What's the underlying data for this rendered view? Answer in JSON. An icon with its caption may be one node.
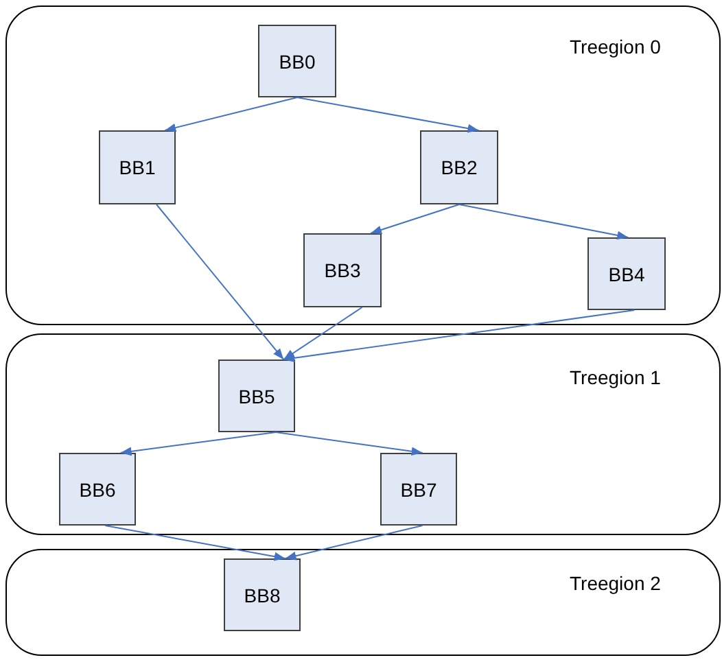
{
  "diagram": {
    "nodes": [
      {
        "text": [
          "Treegion 0"
        ]
      },
      {
        "text": [
          "BB0"
        ],
        "in": 0
      },
      {
        "text": [
          "BB1"
        ],
        "in": 0
      },
      {
        "text": [
          "BB2"
        ],
        "in": 0
      },
      {
        "text": [
          "BB3"
        ],
        "in": 0
      },
      {
        "text": [
          "BB4"
        ],
        "in": 0
      },
      {
        "text": [
          "Treegion 1"
        ]
      },
      {
        "text": [
          "BB5"
        ],
        "in": 6
      },
      {
        "text": [
          "BB6"
        ],
        "in": 6
      },
      {
        "text": [
          "BB7"
        ],
        "in": 6
      },
      {
        "text": [
          "Treegion 2"
        ]
      },
      {
        "text": [
          "BB8"
        ],
        "in": 10
      }
    ],
    "edges": [
      {
        "from": 1,
        "to": 2,
        "arrow": "to"
      },
      {
        "from": 1,
        "to": 3,
        "arrow": "to"
      },
      {
        "from": 3,
        "to": 4,
        "arrow": "to"
      },
      {
        "from": 3,
        "to": 5,
        "arrow": "to"
      },
      {
        "from": 2,
        "to": 7,
        "arrow": "to"
      },
      {
        "from": 4,
        "to": 7,
        "arrow": "to"
      },
      {
        "from": 5,
        "to": 7,
        "arrow": "to"
      },
      {
        "from": 7,
        "to": 8,
        "arrow": "to"
      },
      {
        "from": 7,
        "to": 9,
        "arrow": "to"
      },
      {
        "from": 8,
        "to": 11,
        "arrow": "to"
      },
      {
        "from": 9,
        "to": 11,
        "arrow": "to"
      }
    ]
  }
}
